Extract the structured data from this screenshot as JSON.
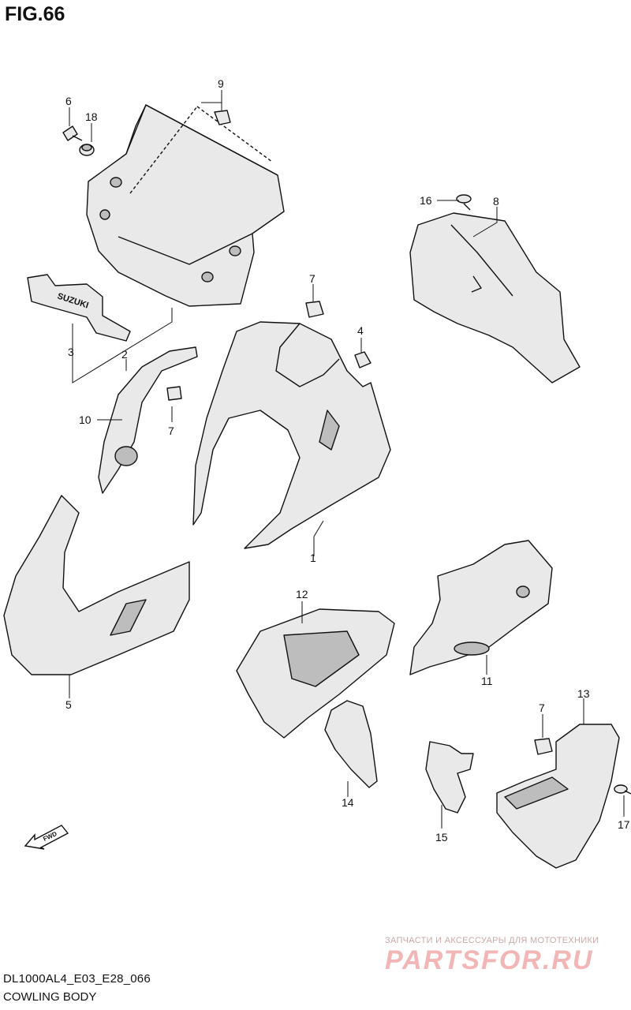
{
  "figure": {
    "title": "FIG.66",
    "code": "DL1000AL4_E03_E28_066",
    "caption": "COWLING BODY"
  },
  "callouts": [
    {
      "id": "c1",
      "label": "1"
    },
    {
      "id": "c2",
      "label": "2"
    },
    {
      "id": "c3",
      "label": "3"
    },
    {
      "id": "c4",
      "label": "4"
    },
    {
      "id": "c5",
      "label": "5"
    },
    {
      "id": "c6",
      "label": "6"
    },
    {
      "id": "c7a",
      "label": "7"
    },
    {
      "id": "c7b",
      "label": "7"
    },
    {
      "id": "c7c",
      "label": "7"
    },
    {
      "id": "c8",
      "label": "8"
    },
    {
      "id": "c9",
      "label": "9"
    },
    {
      "id": "c10",
      "label": "10"
    },
    {
      "id": "c11",
      "label": "11"
    },
    {
      "id": "c12",
      "label": "12"
    },
    {
      "id": "c13",
      "label": "13"
    },
    {
      "id": "c14",
      "label": "14"
    },
    {
      "id": "c15",
      "label": "15"
    },
    {
      "id": "c16",
      "label": "16"
    },
    {
      "id": "c17",
      "label": "17"
    },
    {
      "id": "c18",
      "label": "18"
    }
  ],
  "part_markings": {
    "visor_brand": "SUZUKI",
    "direction_arrow": "FWD"
  },
  "watermark": {
    "tagline": "ЗАПЧАСТИ И АКСЕССУАРЫ ДЛЯ МОТОТЕХНИКИ",
    "logo": "PARTSFOR.RU"
  },
  "colors": {
    "line": "#111111",
    "part_fill": "#e9e9e9",
    "shade": "#bdbdbd",
    "watermark": "#f2b6b6"
  }
}
